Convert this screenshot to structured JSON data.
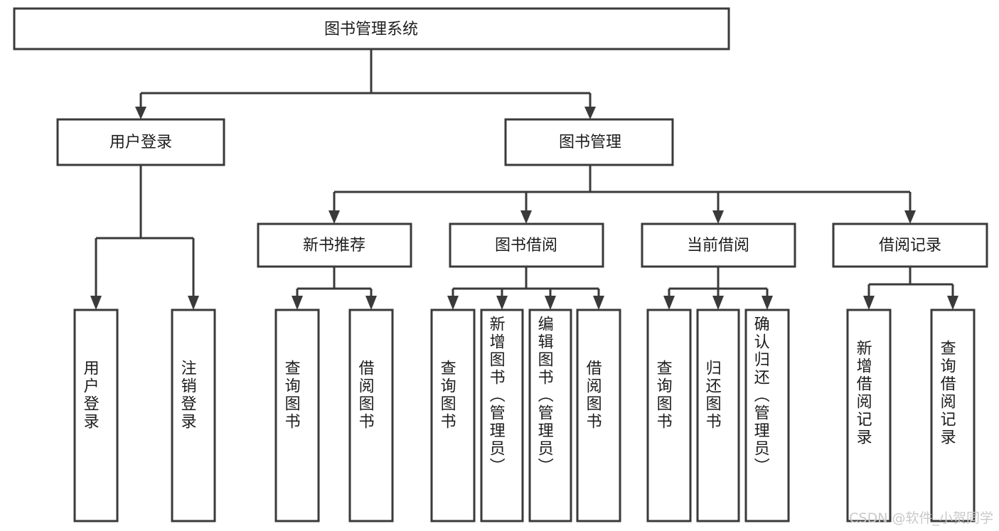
{
  "diagram": {
    "type": "tree",
    "title": "图书管理系统",
    "watermark": "CSDN @软件_小贺同学",
    "colors": {
      "stroke": "#3a3a3a",
      "box_fill": "#ffffff",
      "text": "#1c1c1c",
      "watermark": "#c9c9c9",
      "background": "#ffffff"
    },
    "levels": {
      "root": {
        "label": "图书管理系统"
      },
      "level2": [
        {
          "label": "用户登录"
        },
        {
          "label": "图书管理"
        }
      ],
      "level3": [
        {
          "label": "新书推荐"
        },
        {
          "label": "图书借阅"
        },
        {
          "label": "当前借阅"
        },
        {
          "label": "借阅记录"
        }
      ]
    },
    "leaves": {
      "user_login": [
        {
          "label": "用户登录"
        },
        {
          "label": "注销登录"
        }
      ],
      "new_book_recommend": [
        {
          "label": "查询图书"
        },
        {
          "label": "借阅图书"
        }
      ],
      "book_borrow": [
        {
          "label": "查询图书"
        },
        {
          "label": "新增图书（管理员）"
        },
        {
          "label": "编辑图书（管理员）"
        },
        {
          "label": "借阅图书"
        }
      ],
      "current_borrow": [
        {
          "label": "查询图书"
        },
        {
          "label": "归还图书"
        },
        {
          "label": "确认归还（管理员）"
        }
      ],
      "borrow_record": [
        {
          "label": "新增借阅记录"
        },
        {
          "label": "查询借阅记录"
        }
      ]
    }
  }
}
